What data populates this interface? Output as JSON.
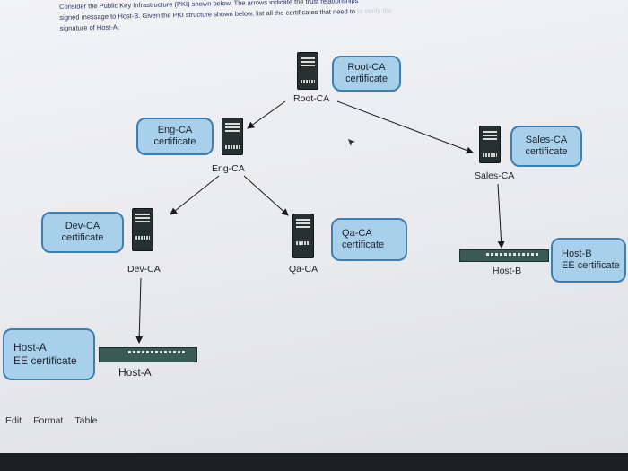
{
  "question": {
    "text": "Consider the Public Key Infrastructure (PKI) shown below. The arrows indicate the trust relationships",
    "line2": "signed message to Host-B. Given the PKI structure shown below, list all the certificates that need to",
    "line2_tail": "to verify the",
    "line3": "signature of Host-A."
  },
  "nodes": {
    "root_ca": {
      "label": "Root-CA",
      "cert": "Root-CA\ncertificate"
    },
    "eng_ca": {
      "label": "Eng-CA",
      "cert": "Eng-CA\ncertificate"
    },
    "sales_ca": {
      "label": "Sales-CA",
      "cert": "Sales-CA\ncertificate"
    },
    "dev_ca": {
      "label": "Dev-CA",
      "cert": "Dev-CA\ncertificate"
    },
    "qa_ca": {
      "label": "Qa-CA",
      "cert": "Qa-CA\ncertificate"
    },
    "host_a": {
      "label": "Host-A",
      "cert": "Host-A\nEE certificate"
    },
    "host_b": {
      "label": "Host-B",
      "cert": "Host-B\nEE certificate"
    }
  },
  "editor_menu": {
    "edit": "Edit",
    "format": "Format",
    "table": "Table"
  },
  "colors": {
    "cert_fill": "#a9d0ea",
    "cert_border": "#3d7fb3",
    "server": "#26302e",
    "question_text": "#2c3560"
  }
}
